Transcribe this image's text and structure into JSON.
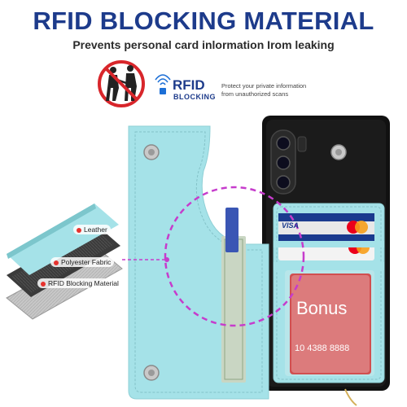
{
  "heading": {
    "title": "RFID BLOCKING MATERIAL",
    "subtitle": "Prevents personal card inlormation Irom leaking"
  },
  "badge": {
    "rfid_text": "RFID",
    "blocking_text": "BLOCKING",
    "protect_line1": "Protect your private information",
    "protect_line2": "from unauthorized scans"
  },
  "layers": {
    "leather": "Leather",
    "polyester": "Polyester Fabric",
    "rfid_material": "RFID Blocking Material"
  },
  "cards": {
    "visa_text": "VISA",
    "bonus_text": "Bonus",
    "card_number": "10 4388 8888"
  },
  "icons": {
    "no_theft": "no-pickpocket-icon",
    "rfid": "rfid-wave-icon"
  },
  "colors": {
    "title": "#1d3b8b",
    "case": "#a5e2e8",
    "accent": "#c63ccc",
    "dot": "#e6322e"
  }
}
